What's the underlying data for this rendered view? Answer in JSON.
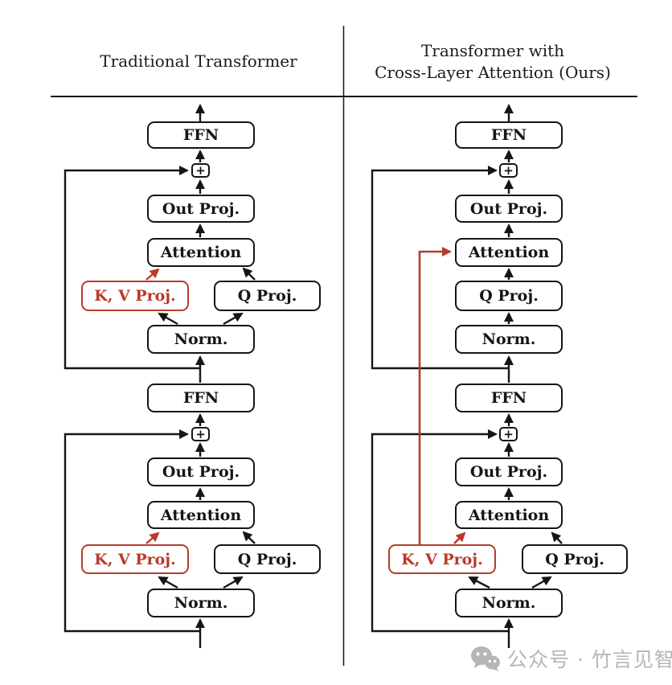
{
  "colors": {
    "accent_red": "#b93a2b",
    "line_black": "#151515",
    "watermark_gray": "#b6b6b6"
  },
  "left": {
    "title": "Traditional Transformer",
    "layers": [
      {
        "ffn": "FFN",
        "add": "+",
        "out_proj": "Out Proj.",
        "attention": "Attention",
        "kv_proj": "K, V Proj.",
        "q_proj": "Q Proj.",
        "norm": "Norm."
      },
      {
        "ffn": "FFN",
        "add": "+",
        "out_proj": "Out Proj.",
        "attention": "Attention",
        "kv_proj": "K, V Proj.",
        "q_proj": "Q Proj.",
        "norm": "Norm."
      }
    ]
  },
  "right": {
    "title_line1": "Transformer with",
    "title_line2": "Cross-Layer Attention (Ours)",
    "layers": [
      {
        "ffn": "FFN",
        "add": "+",
        "out_proj": "Out Proj.",
        "attention": "Attention",
        "q_proj": "Q Proj.",
        "norm": "Norm."
      },
      {
        "ffn": "FFN",
        "add": "+",
        "out_proj": "Out Proj.",
        "attention": "Attention",
        "kv_proj": "K, V Proj.",
        "q_proj": "Q Proj.",
        "norm": "Norm."
      }
    ]
  },
  "watermark": {
    "icon": "wechat-icon",
    "label": "公众号 · 竹言见智"
  }
}
